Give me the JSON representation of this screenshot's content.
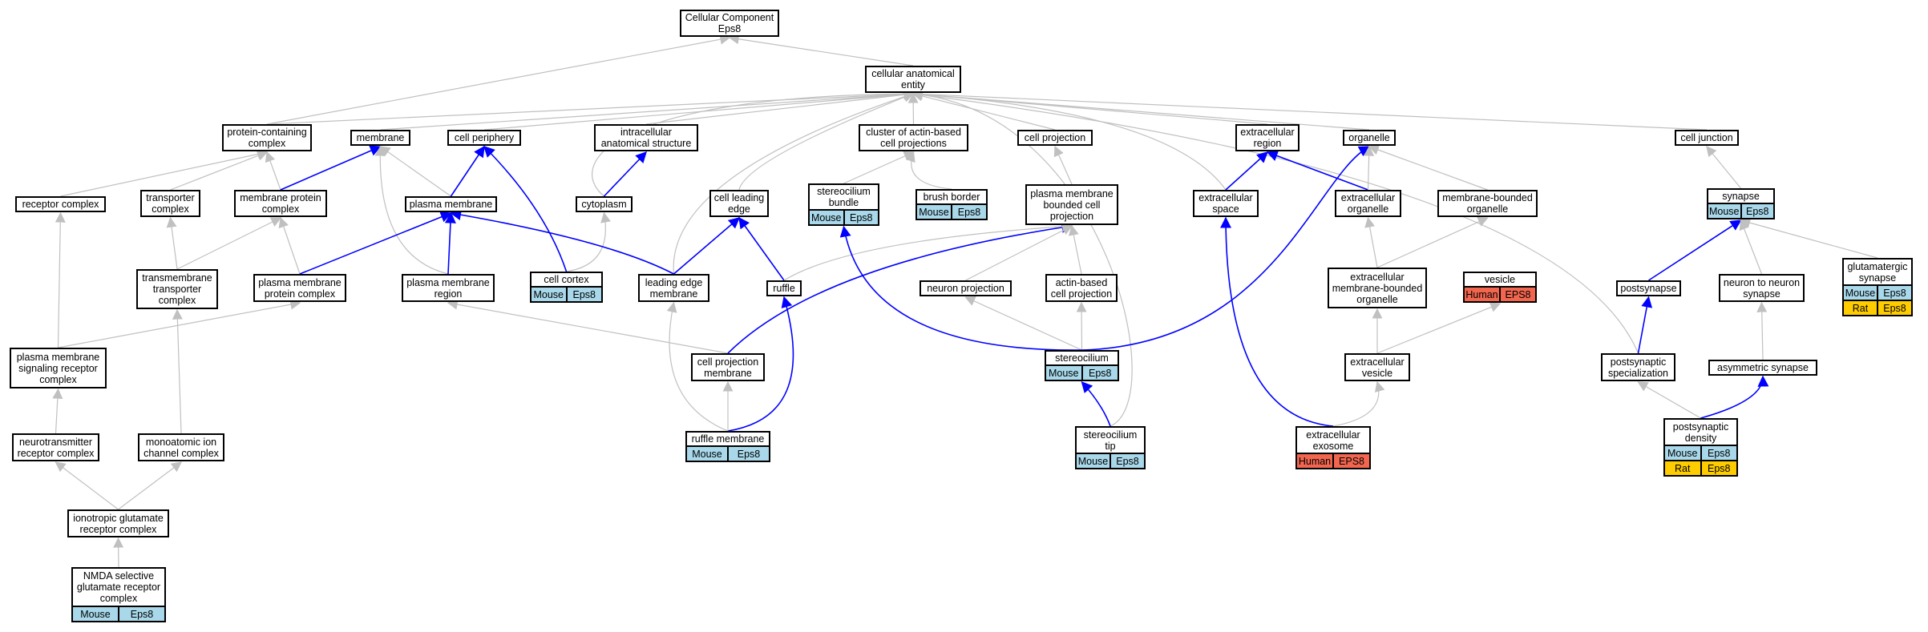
{
  "colors": {
    "edge_gray": "#c0c0c0",
    "edge_blue": "#0000ff",
    "mouse_cell": "#a8d8ea",
    "human_cell": "#f2664f",
    "rat_cell": "#ffcc00"
  },
  "nodes": {
    "root": "Cellular Component\nEps8",
    "cae": "cellular anatomical\nentity",
    "pcc": "protein-containing\ncomplex",
    "membrane": "membrane",
    "cellperiph": "cell periphery",
    "ias": "intracellular\nanatomical structure",
    "cluster": "cluster of actin-based\ncell projections",
    "cellproj": "cell projection",
    "ecregion": "extracellular\nregion",
    "organelle": "organelle",
    "celljunc": "cell junction",
    "receptor": "receptor complex",
    "transporter": "transporter\ncomplex",
    "mpc": "membrane protein\ncomplex",
    "pm": "plasma membrane",
    "cytoplasm": "cytoplasm",
    "cle": "cell leading\nedge",
    "sb": "stereocilium\nbundle",
    "bb": "brush border",
    "pmbcp": "plasma membrane\nbounded cell\nprojection",
    "ecspace": "extracellular\nspace",
    "ecorg": "extracellular\norganelle",
    "mbo": "membrane-bounded\norganelle",
    "synapse": "synapse",
    "tmtc": "transmembrane\ntransporter\ncomplex",
    "pmpc": "plasma membrane\nprotein complex",
    "pmr": "plasma membrane\nregion",
    "cortex": "cell cortex",
    "lem": "leading edge\nmembrane",
    "ruffle": "ruffle",
    "neuronproj": "neuron projection",
    "abcp": "actin-based\ncell projection",
    "ecmbo": "extracellular\nmembrane-bounded\norganelle",
    "vesicle": "vesicle",
    "postsynapse": "postsynapse",
    "n2n": "neuron to neuron\nsynapse",
    "glu": "glutamatergic\nsynapse",
    "pmsrc": "plasma membrane\nsignaling receptor\ncomplex",
    "cpm": "cell projection\nmembrane",
    "stereocilium": "stereocilium",
    "ecvesicle": "extracellular\nvesicle",
    "pss": "postsynaptic\nspecialization",
    "asym": "asymmetric synapse",
    "ntrc": "neurotransmitter\nreceptor complex",
    "mic": "monoatomic ion\nchannel complex",
    "ruffmem": "ruffle membrane",
    "sttip": "stereocilium\ntip",
    "exosome": "extracellular\nexosome",
    "psd": "postsynaptic\ndensity",
    "igrc": "ionotropic glutamate\nreceptor complex",
    "nmda": "NMDA selective\nglutamate receptor\ncomplex"
  },
  "annotations": {
    "cortex": [
      [
        "Mouse",
        "Eps8"
      ]
    ],
    "sb": [
      [
        "Mouse",
        "Eps8"
      ]
    ],
    "bb": [
      [
        "Mouse",
        "Eps8"
      ]
    ],
    "synapse": [
      [
        "Mouse",
        "Eps8"
      ]
    ],
    "vesicle": [
      [
        "Human",
        "EPS8"
      ]
    ],
    "glu": [
      [
        "Mouse",
        "Eps8"
      ],
      [
        "Rat",
        "Eps8"
      ]
    ],
    "stereocilium": [
      [
        "Mouse",
        "Eps8"
      ]
    ],
    "ruffmem": [
      [
        "Mouse",
        "Eps8"
      ]
    ],
    "sttip": [
      [
        "Mouse",
        "Eps8"
      ]
    ],
    "exosome": [
      [
        "Human",
        "EPS8"
      ]
    ],
    "psd": [
      [
        "Mouse",
        "Eps8"
      ],
      [
        "Rat",
        "Eps8"
      ]
    ],
    "nmda": [
      [
        "Mouse",
        "Eps8"
      ]
    ]
  }
}
